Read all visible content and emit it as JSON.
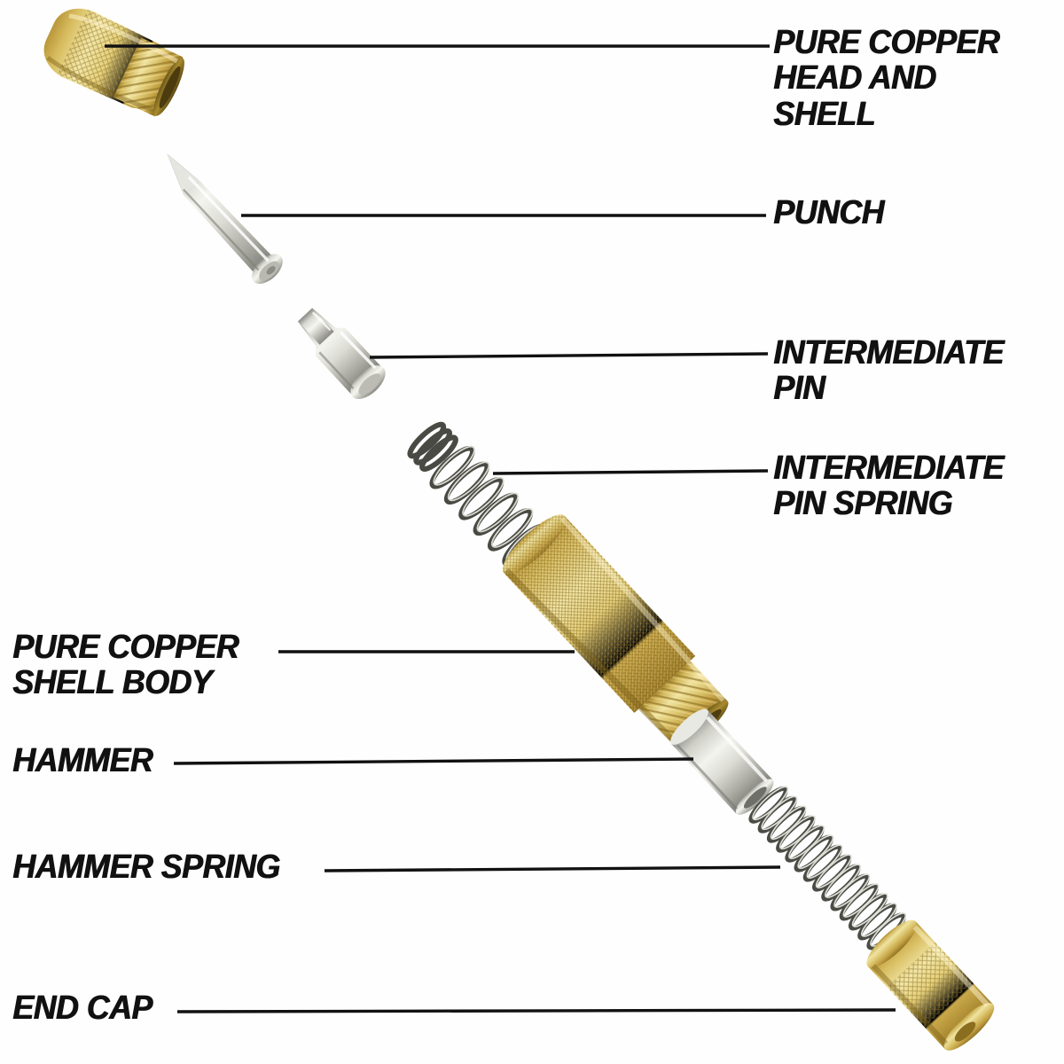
{
  "diagram": {
    "title": "Automatic Center Punch Exploded Parts Diagram",
    "background_color": "#ffffff",
    "text_color": "#111111",
    "brass_color": "#d9bd5e",
    "steel_color": "#cfcfc9"
  },
  "labels": {
    "head_and_shell": "PURE COPPER\nHEAD AND\nSHELL",
    "punch": "PUNCH",
    "intermediate_pin": "INTERMEDIATE\nPIN",
    "intermediate_pin_spring": "INTERMEDIATE\nPIN SPRING",
    "shell_body": "PURE COPPER\nSHELL BODY",
    "hammer": "HAMMER",
    "hammer_spring": "HAMMER SPRING",
    "end_cap": "END CAP"
  },
  "parts": [
    {
      "id": "head-and-shell",
      "name": "Pure Copper Head and Shell",
      "material": "brass",
      "label_side": "right"
    },
    {
      "id": "punch",
      "name": "Punch",
      "material": "steel",
      "label_side": "right"
    },
    {
      "id": "intermediate-pin",
      "name": "Intermediate Pin",
      "material": "steel",
      "label_side": "right"
    },
    {
      "id": "intermediate-pin-spring",
      "name": "Intermediate Pin Spring",
      "material": "steel",
      "label_side": "right"
    },
    {
      "id": "shell-body",
      "name": "Pure Copper Shell Body",
      "material": "brass",
      "label_side": "left"
    },
    {
      "id": "hammer",
      "name": "Hammer",
      "material": "steel",
      "label_side": "left"
    },
    {
      "id": "hammer-spring",
      "name": "Hammer Spring",
      "material": "steel",
      "label_side": "left"
    },
    {
      "id": "end-cap",
      "name": "End Cap",
      "material": "brass",
      "label_side": "left"
    }
  ]
}
